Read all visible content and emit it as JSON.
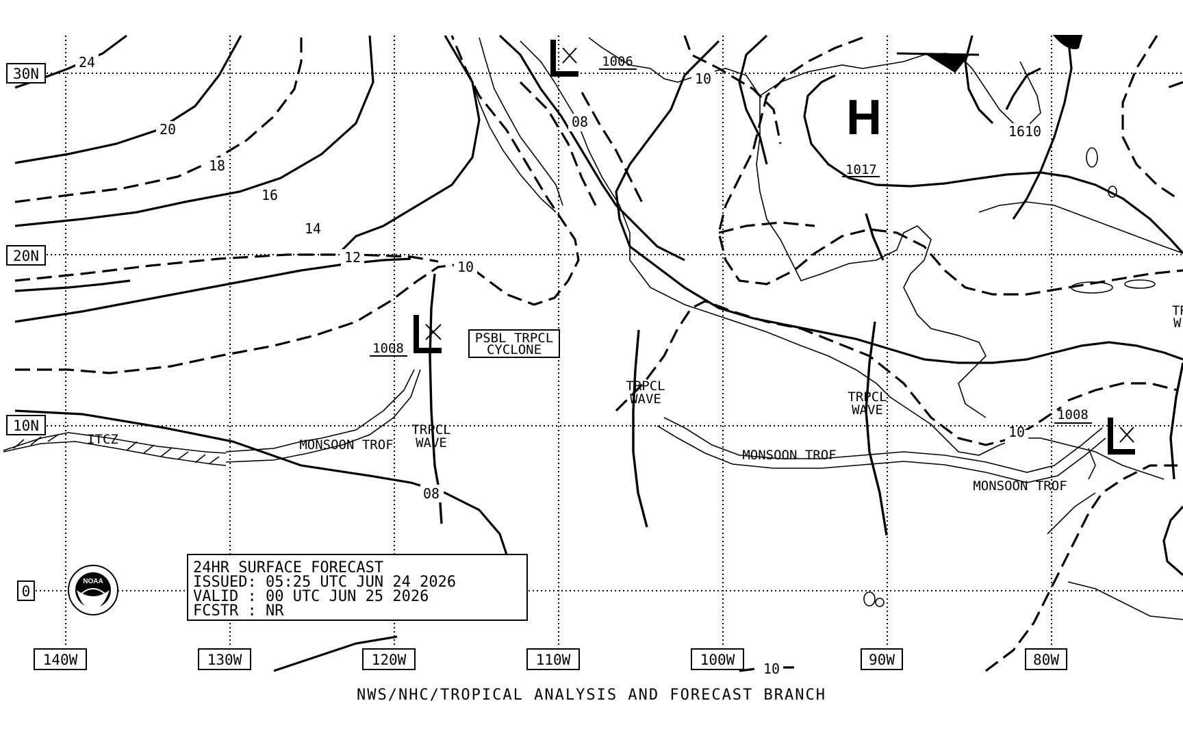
{
  "axes": {
    "lon_labels": [
      "140W",
      "130W",
      "120W",
      "110W",
      "100W",
      "90W",
      "80W"
    ],
    "lat_labels": [
      "30N",
      "20N",
      "10N",
      "0"
    ]
  },
  "isobar_labels": [
    "24",
    "20",
    "18",
    "16",
    "14",
    "12",
    "10",
    "08",
    "10",
    "10",
    "16",
    "10",
    "08",
    "10"
  ],
  "pressure_centers": [
    {
      "type": "L",
      "value": "1006"
    },
    {
      "type": "H",
      "value": "1017"
    },
    {
      "type": "L",
      "value": "1008"
    },
    {
      "type": "L",
      "value": "1008"
    }
  ],
  "features": {
    "tropical_wave": [
      "TRPCL",
      "WAVE"
    ],
    "monsoon_trof": "MONSOON TROF",
    "itcz": "ITCZ",
    "possible_cyclone": [
      "PSBL TRPCL",
      "CYCLONE"
    ],
    "edge_partial": [
      "TR",
      "W"
    ]
  },
  "info_box": {
    "line1": "24HR SURFACE FORECAST",
    "line2": "ISSUED: 05:25 UTC JUN 24 2026",
    "line3": "VALID : 00 UTC JUN 25 2026",
    "line4": "FCSTR : NR"
  },
  "logo_text": "NOAA",
  "footer": "NWS/NHC/TROPICAL ANALYSIS AND FORECAST BRANCH"
}
